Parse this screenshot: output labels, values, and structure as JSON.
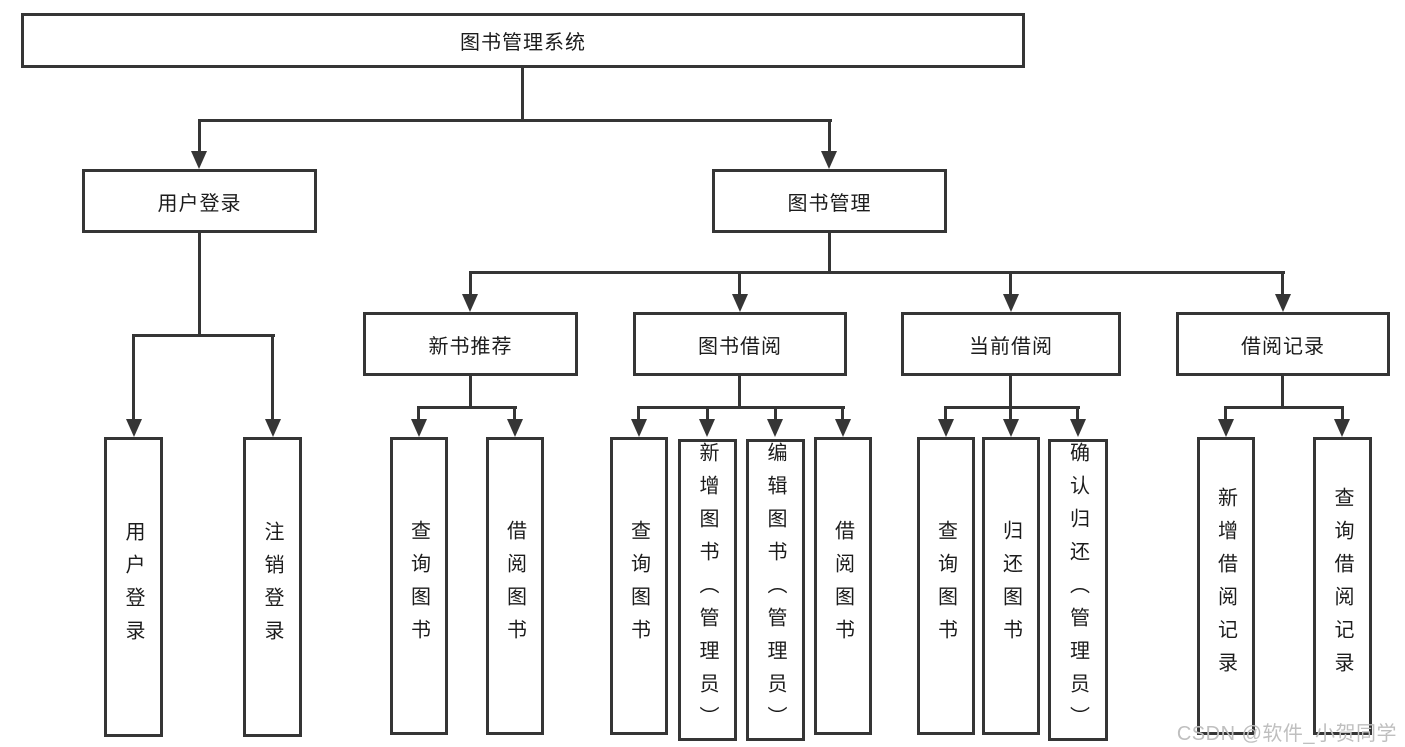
{
  "diagram": {
    "title": "图书管理系统",
    "root": {
      "label": "图书管理系统"
    },
    "user_login": {
      "label": "用户登录",
      "children": [
        {
          "label": "用户登录"
        },
        {
          "label": "注销登录"
        }
      ]
    },
    "book_management": {
      "label": "图书管理",
      "sections": [
        {
          "label": "新书推荐",
          "children": [
            {
              "label": "查询图书"
            },
            {
              "label": "借阅图书"
            }
          ]
        },
        {
          "label": "图书借阅",
          "children": [
            {
              "label": "查询图书"
            },
            {
              "label": "新增图书（管理员）"
            },
            {
              "label": "编辑图书（管理员）"
            },
            {
              "label": "借阅图书"
            }
          ]
        },
        {
          "label": "当前借阅",
          "children": [
            {
              "label": "查询图书"
            },
            {
              "label": "归还图书"
            },
            {
              "label": "确认归还（管理员）"
            }
          ]
        },
        {
          "label": "借阅记录",
          "children": [
            {
              "label": "新增借阅记录"
            },
            {
              "label": "查询借阅记录"
            }
          ]
        }
      ]
    }
  },
  "colors": {
    "line": "#353535",
    "text": "#1c1c1c",
    "background": "#ffffff",
    "watermark": "#bfbfbf"
  },
  "watermark": {
    "text": "CSDN @软件_小贺同学"
  }
}
